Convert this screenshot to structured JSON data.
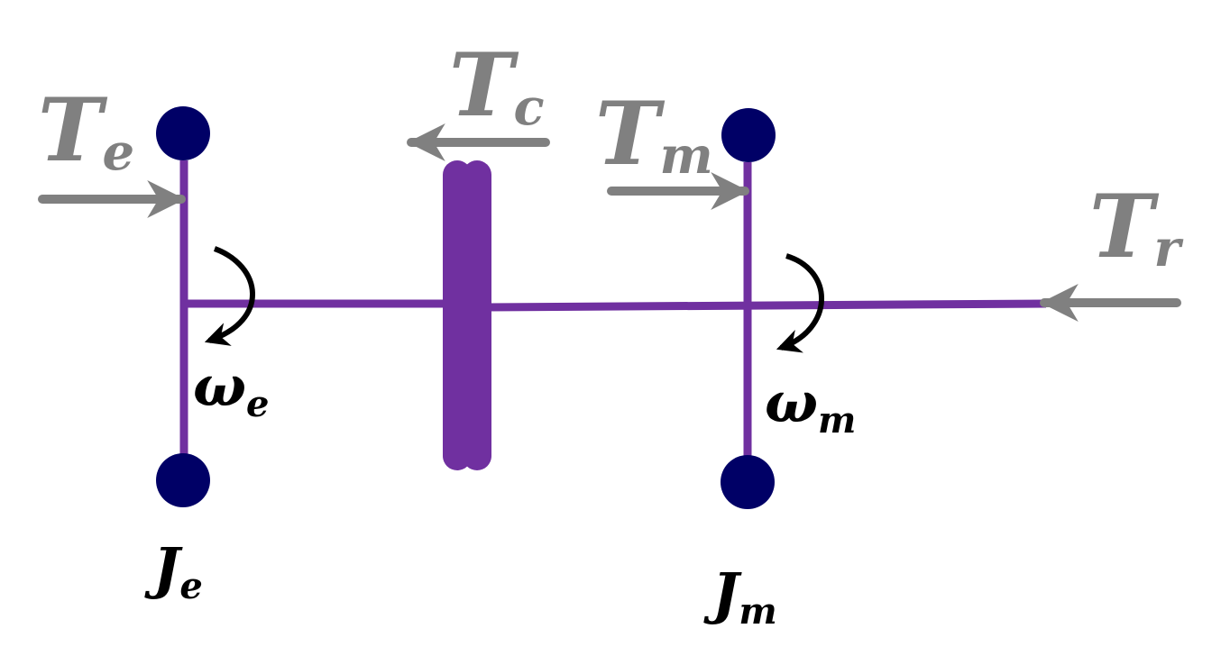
{
  "colors": {
    "shaft": "#7030a0",
    "mass": "#000066",
    "torque_arrow": "#808080",
    "rotation_arrow": "#000000",
    "background": "#ffffff"
  },
  "labels": {
    "te": {
      "main": "T",
      "sub": "e"
    },
    "tc": {
      "main": "T",
      "sub": "c"
    },
    "tm": {
      "main": "T",
      "sub": "m"
    },
    "tr": {
      "main": "T",
      "sub": "r"
    },
    "omega_e": {
      "main": "ω",
      "sub": "e"
    },
    "omega_m": {
      "main": "ω",
      "sub": "m"
    },
    "je": {
      "main": "J",
      "sub": "e"
    },
    "jm": {
      "main": "J",
      "sub": "m"
    }
  }
}
